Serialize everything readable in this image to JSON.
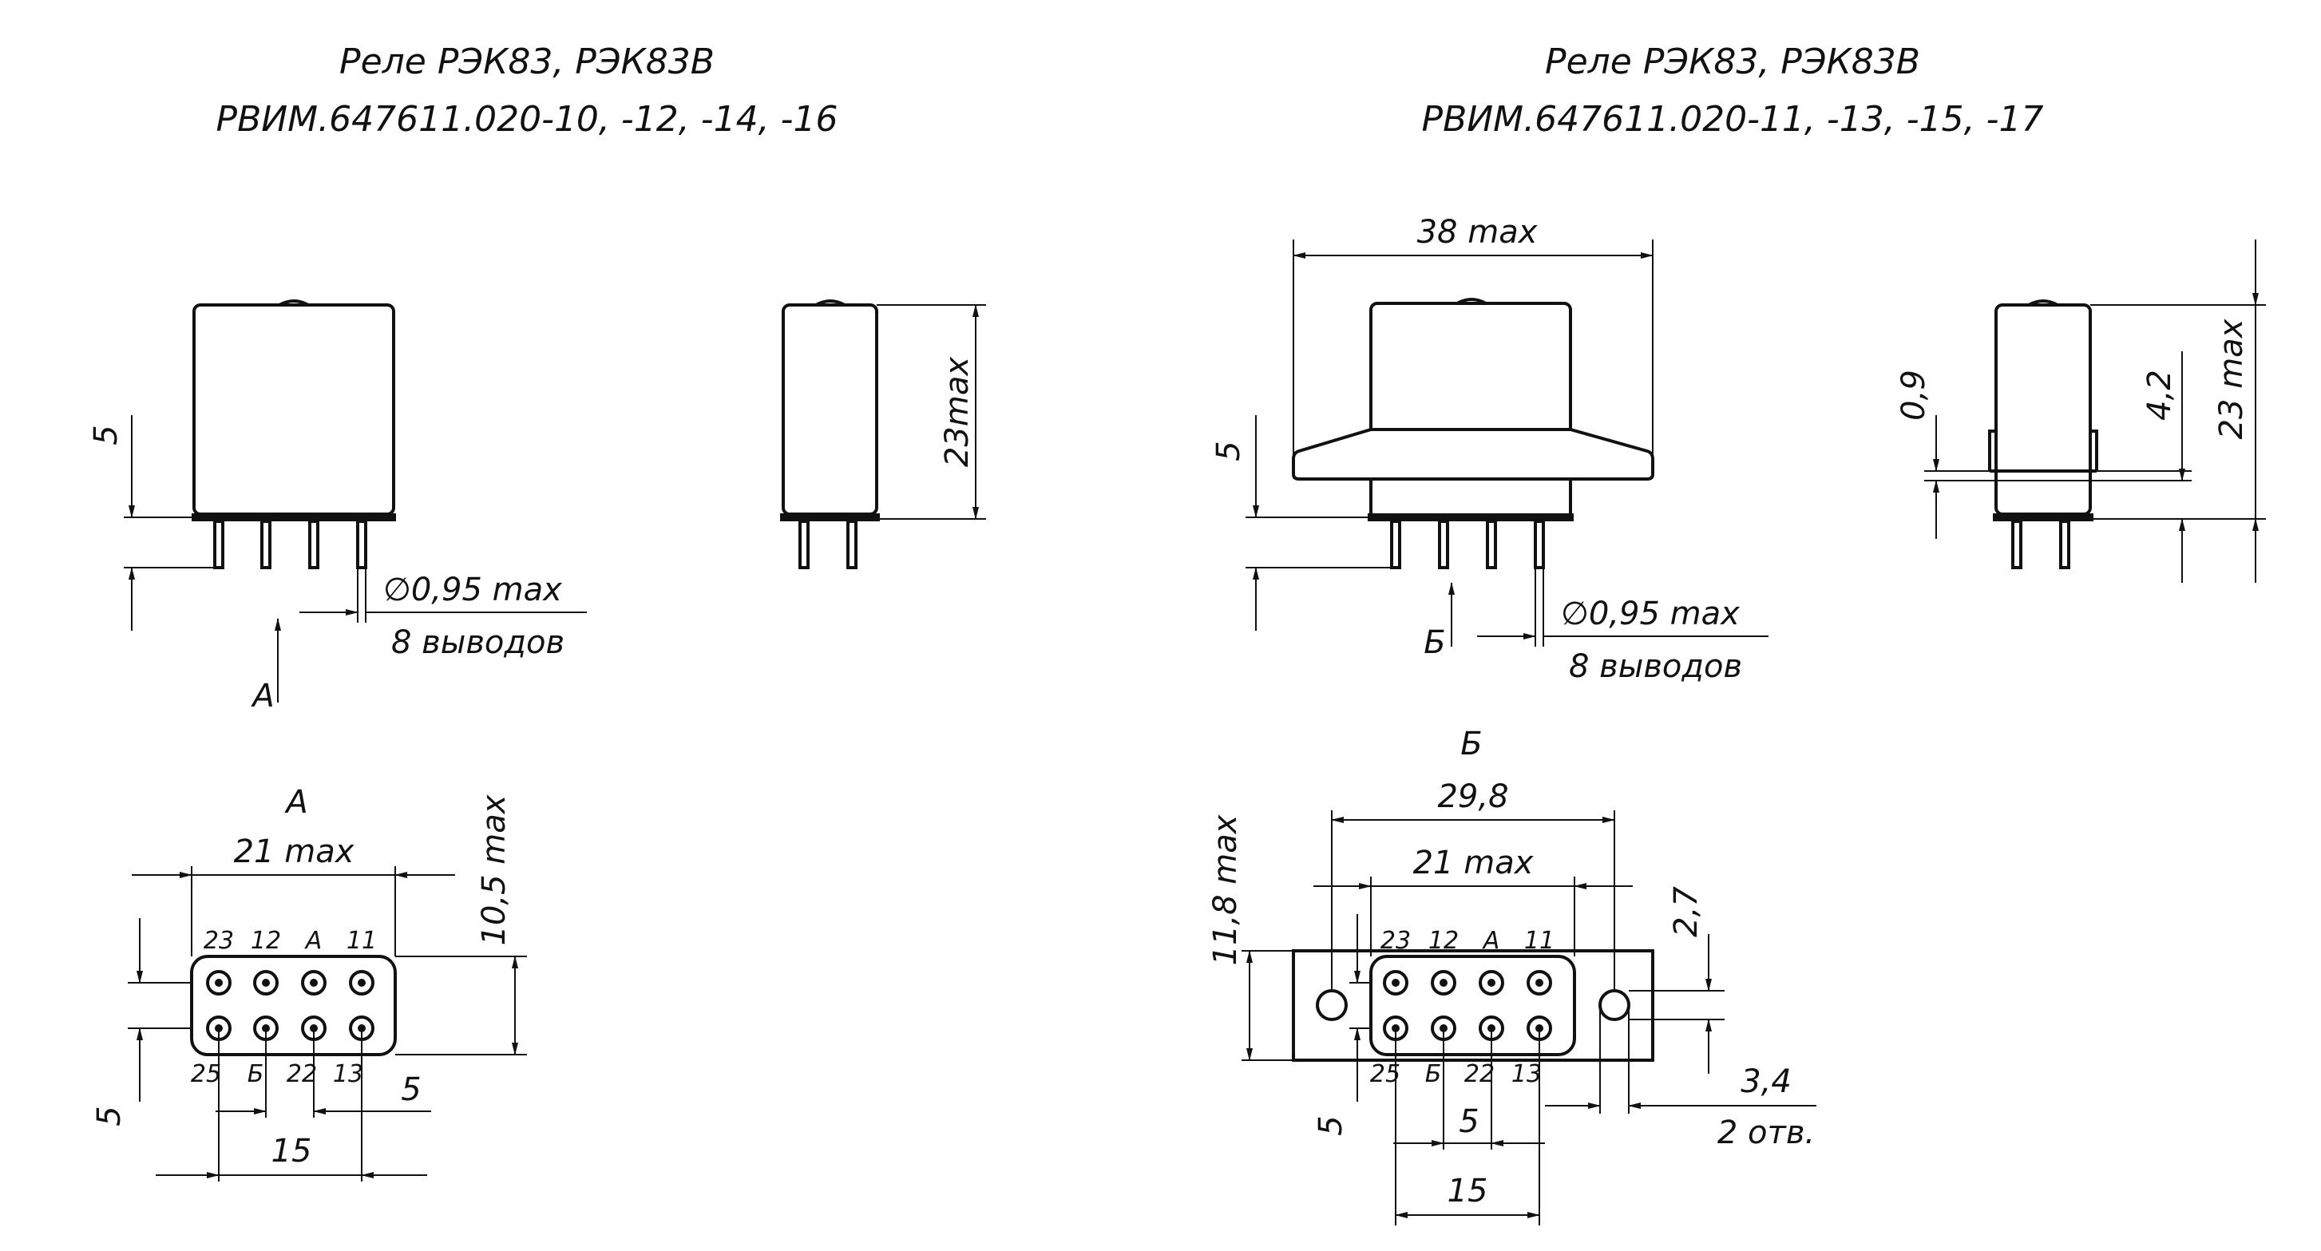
{
  "titles": {
    "left_line1": "Реле РЭК83, РЭК83В",
    "left_line2": "РВИМ.647611.020-10, -12, -14, -16",
    "right_line1": "Реле РЭК83, РЭК83В",
    "right_line2": "РВИМ.647611.020-11, -13, -15, -17"
  },
  "left_front": {
    "dim_5": "5",
    "pin_diameter": "∅0,95 max",
    "pin_count": "8 выводов",
    "view_arrow": "А"
  },
  "left_side": {
    "dim_height": "23max"
  },
  "left_bottom": {
    "view_title": "А",
    "dim_width": "21 max",
    "dim_height": "10,5 max",
    "dim_pitch_h": "5",
    "dim_pitch_v": "5",
    "dim_span": "15",
    "top_labels": [
      "23",
      "12",
      "А",
      "11"
    ],
    "bottom_labels": [
      "25",
      "Б",
      "22",
      "13"
    ]
  },
  "right_front": {
    "dim_width": "38 max",
    "dim_5": "5",
    "pin_diameter": "∅0,95 max",
    "pin_count": "8 выводов",
    "view_arrow": "Б"
  },
  "right_side": {
    "dim_09": "0,9",
    "dim_42": "4,2",
    "dim_height": "23 max"
  },
  "right_bottom": {
    "view_title": "Б",
    "dim_flange": "29,8",
    "dim_width": "21 max",
    "dim_height": "11,8 max",
    "dim_27": "2,7",
    "dim_hole": "3,4",
    "hole_count": "2 отв.",
    "dim_pitch_v": "5",
    "dim_pitch_h": "5",
    "dim_span": "15",
    "top_labels": [
      "23",
      "12",
      "А",
      "11"
    ],
    "bottom_labels": [
      "25",
      "Б",
      "22",
      "13"
    ]
  }
}
